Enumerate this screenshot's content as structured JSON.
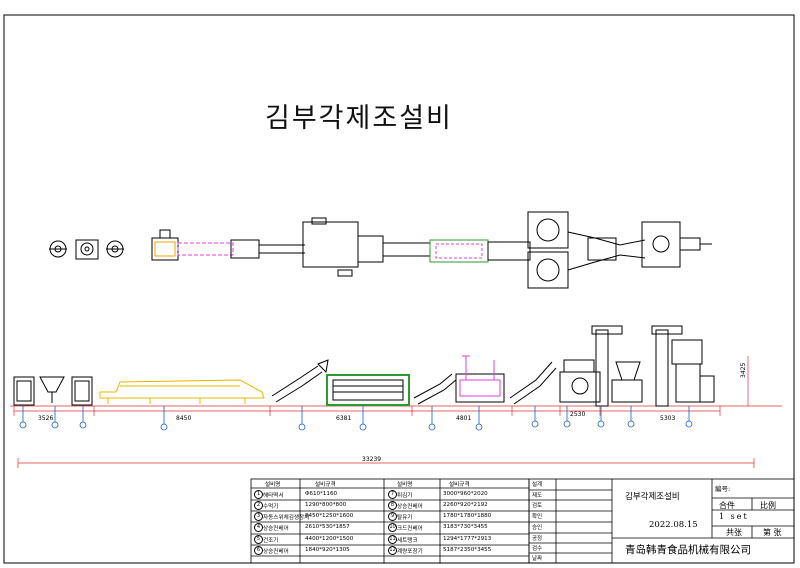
{
  "title": "김부각제조설비",
  "dimensions": {
    "d1": "3526",
    "d2": "8450",
    "d3": "6381",
    "d4": "4801",
    "d5": "2530",
    "d6": "5303",
    "total": "33239",
    "height": "3425"
  },
  "equipment_table": {
    "header": {
      "name": "설비명",
      "spec": "설비규격"
    },
    "left": [
      {
        "no": "1",
        "name": "해타떡서",
        "spec": "Φ610*1160"
      },
      {
        "no": "2",
        "name": "수먹기",
        "spec": "1290*800*800"
      },
      {
        "no": "3",
        "name": "자동스위체김생장치",
        "spec": "8450*1250*1600"
      },
      {
        "no": "4",
        "name": "상승컨베어",
        "spec": "2610*530*1857"
      },
      {
        "no": "5",
        "name": "건조기",
        "spec": "4400*1200*1500"
      },
      {
        "no": "6",
        "name": "상승컨베어",
        "spec": "1840*920*1305"
      }
    ],
    "right": [
      {
        "no": "7",
        "name": "튀김기",
        "spec": "3000*960*2020"
      },
      {
        "no": "8",
        "name": "상승컨베어",
        "spec": "2260*920*2192"
      },
      {
        "no": "9",
        "name": "탈유기",
        "spec": "1780*1780*1880"
      },
      {
        "no": "10",
        "name": "크드컨베어",
        "spec": "3183*730*3455"
      },
      {
        "no": "11",
        "name": "세트탱크",
        "spec": "1294*1777*2913"
      },
      {
        "no": "12",
        "name": "계량포장기",
        "spec": "5187*2350*3455"
      }
    ]
  },
  "title_block": {
    "labels": [
      "설계",
      "제도",
      "검토",
      "확인",
      "승인",
      "공정",
      "검수",
      "날짜"
    ],
    "drawing_name": "김부각제조설비",
    "number_label": "編号:",
    "combine_label": "合件",
    "ratio_label": "比例",
    "quantity": "1 set",
    "date": "2022.08.15",
    "total_sheets_label": "共张",
    "sheet_label": "第 张",
    "company": "青岛韩青食品机械有限公司"
  }
}
